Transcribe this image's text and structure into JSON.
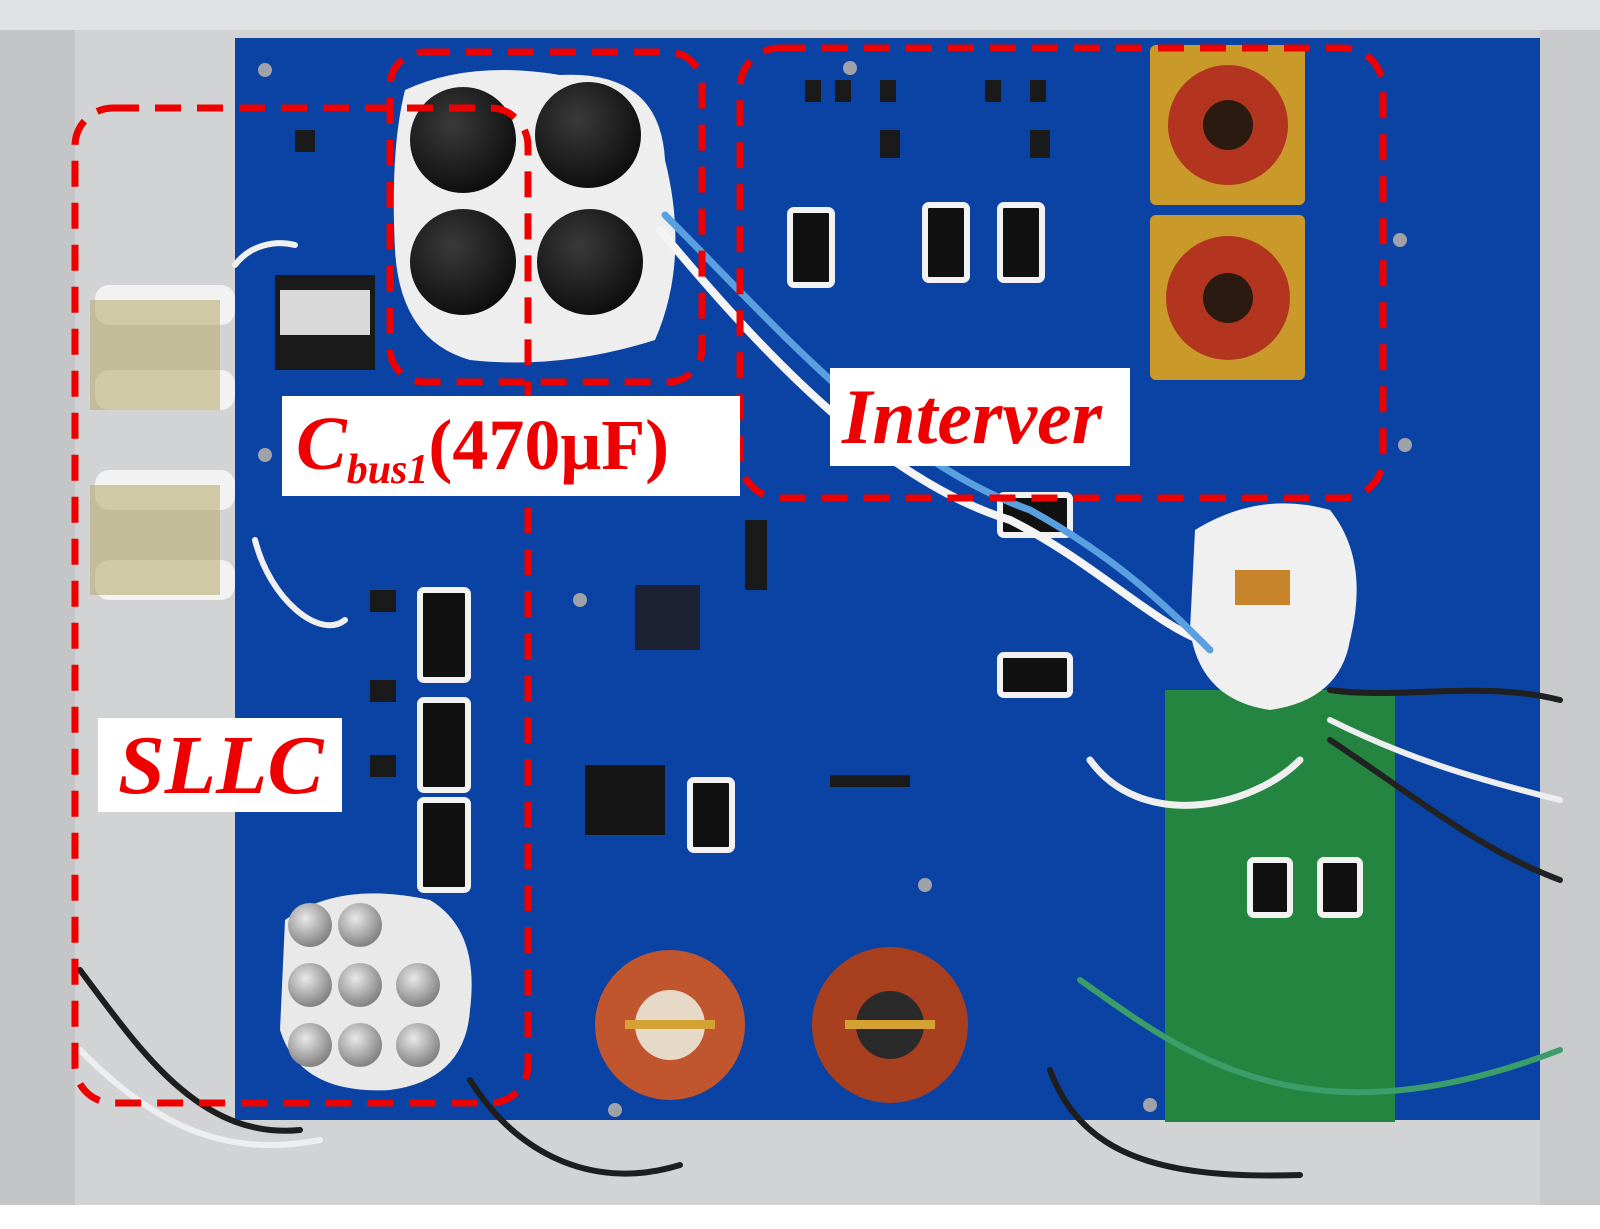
{
  "image": {
    "description": "Photograph of a blue power converter PCB mounted in a grey enclosure with capacitors, toroidal inductors, heat-sinked switches and wiring; three regions outlined with red dashed boxes.",
    "colors": {
      "pcb": "#0a3f9a",
      "annotation": "#ee0000",
      "label_background": "#ffffff",
      "enclosure": "#cfd0d2"
    }
  },
  "labels": {
    "sllc": "SLLC",
    "cbus": {
      "symbol": "C",
      "subscript": "bus1",
      "value": "(470μF)"
    },
    "inverter": "Interver"
  }
}
